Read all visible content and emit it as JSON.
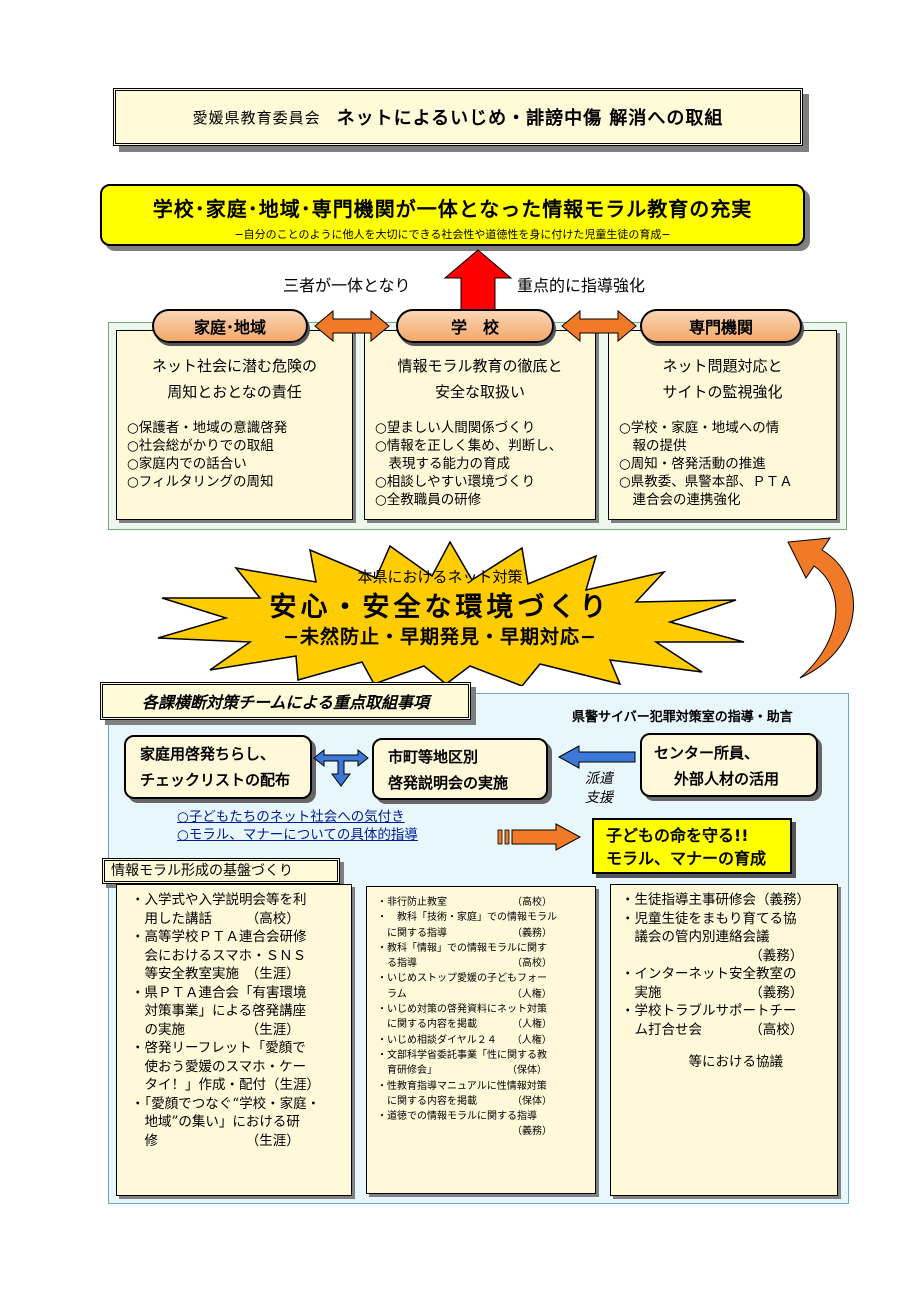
{
  "title": {
    "organization": "愛媛県教育委員会",
    "main": "ネットによるいじめ・誹謗中傷 解消への取組"
  },
  "banner": {
    "headline": "学校･家庭･地域･専門機関が一体となった情報モラル教育の充実",
    "subline": "−自分のことのように他人を大切にできる社会性や道徳性を身に付けた児童生徒の育成−"
  },
  "arrow_labels": {
    "left": "三者が一体となり",
    "right": "重点的に指導強化"
  },
  "columns": [
    {
      "heading": "家庭･地域",
      "summary": [
        "ネット社会に潜む危険の",
        "周知とおとなの責任"
      ],
      "items": [
        "○保護者・地域の意識啓発",
        "○社会総がかりでの取組",
        "○家庭内での話合い",
        "○フィルタリングの周知"
      ]
    },
    {
      "heading": "学　校",
      "summary": [
        "情報モラル教育の徹底と",
        "安全な取扱い"
      ],
      "items": [
        "○望ましい人間関係づくり",
        "○情報を正しく集め、判断し、",
        "　表現する能力の育成",
        "○相談しやすい環境づくり",
        "○全教職員の研修"
      ]
    },
    {
      "heading": "専門機関",
      "summary": [
        "ネット問題対応と",
        "サイトの監視強化"
      ],
      "items": [
        "○学校・家庭・地域への情",
        "　報の提供",
        "○周知・啓発活動の推進",
        "○県教委、県警本部、ＰＴＡ",
        "　連合会の連携強化"
      ]
    }
  ],
  "star": {
    "line1": "本県におけるネット対策",
    "line2": "安心・安全な環境づくり",
    "line3": "−未然防止・早期発見・早期対応−"
  },
  "team": {
    "title": "各課横断対策チームによる重点取組事項",
    "cyber_note": "県警サイバー犯罪対策室の指導・助言",
    "box_left": [
      "家庭用啓発ちらし、",
      "チェックリストの配布"
    ],
    "box_center": [
      "市町等地区別",
      "啓発説明会の実施"
    ],
    "box_right": [
      "センター所員、",
      "外部人材の活用"
    ],
    "dispatch": [
      "派遣",
      "支援"
    ],
    "awareness": [
      "○子どもたちのネット社会への気付き",
      "○モラル、マナーについての具体的指導"
    ],
    "protect": [
      "子どもの命を守る!!",
      "モラル、マナーの育成"
    ]
  },
  "base": {
    "title": "情報モラル形成の基盤づくり",
    "list_left": [
      "・入学式や入学説明会等を利",
      "　用した講話　　　（高校）",
      "・高等学校ＰＴＡ連合会研修",
      "　会におけるスマホ・ＳＮＳ",
      "　等安全教室実施　（生涯）",
      "・県ＰＴＡ連合会「有害環境",
      "　対策事業」による啓発講座",
      "　の実施　　　　　（生涯）",
      "・啓発リーフレット「愛顔で",
      "　使おう愛媛のスマホ・ケー",
      "　タイ！」作成・配付（生涯）",
      "・「愛顔でつなぐ“学校・家庭・",
      "　地域”の集い」における研",
      "　修　　　　　　　（生涯）"
    ],
    "list_middle": [
      "・非行防止教室　　　　　　　（高校）",
      "・　教科「技術・家庭」での情報モラル",
      "　に関する指導　　　　　　　（義務）",
      "・教科「情報」での情報モラルに関す",
      "　る指導　　　　　　　　　　（高校）",
      "・いじめストップ愛媛の子どもフォー",
      "　ラム　　　　　　　　　　　（人権）",
      "・いじめ対策の啓発資料にネット対策",
      "　に関する内容を掲載　　　　（人権）",
      "・いじめ相談ダイヤル２４　　（人権）",
      "・文部科学省委託事業「性に関する教",
      "　育研修会」　　　　　　　　（保体）",
      "・性教育指導マニュアルに性情報対策",
      "　に関する内容を掲載　　　　（保体）",
      "・道徳での情報モラルに関する指導",
      "　　　　　　　　　　　　　　（義務）"
    ],
    "list_right": [
      "・生徒指導主事研修会（義務）",
      "・児童生徒をまもり育てる協",
      "　議会の管内別連絡会議",
      "　　　　　　　　　　（義務）",
      "・インターネット安全教室の",
      "　実施　　　　　　　（義務）",
      "・学校トラブルサポートチー",
      "　ム打合せ会　　　　（高校）",
      "",
      "　　　　　等における協議"
    ]
  }
}
